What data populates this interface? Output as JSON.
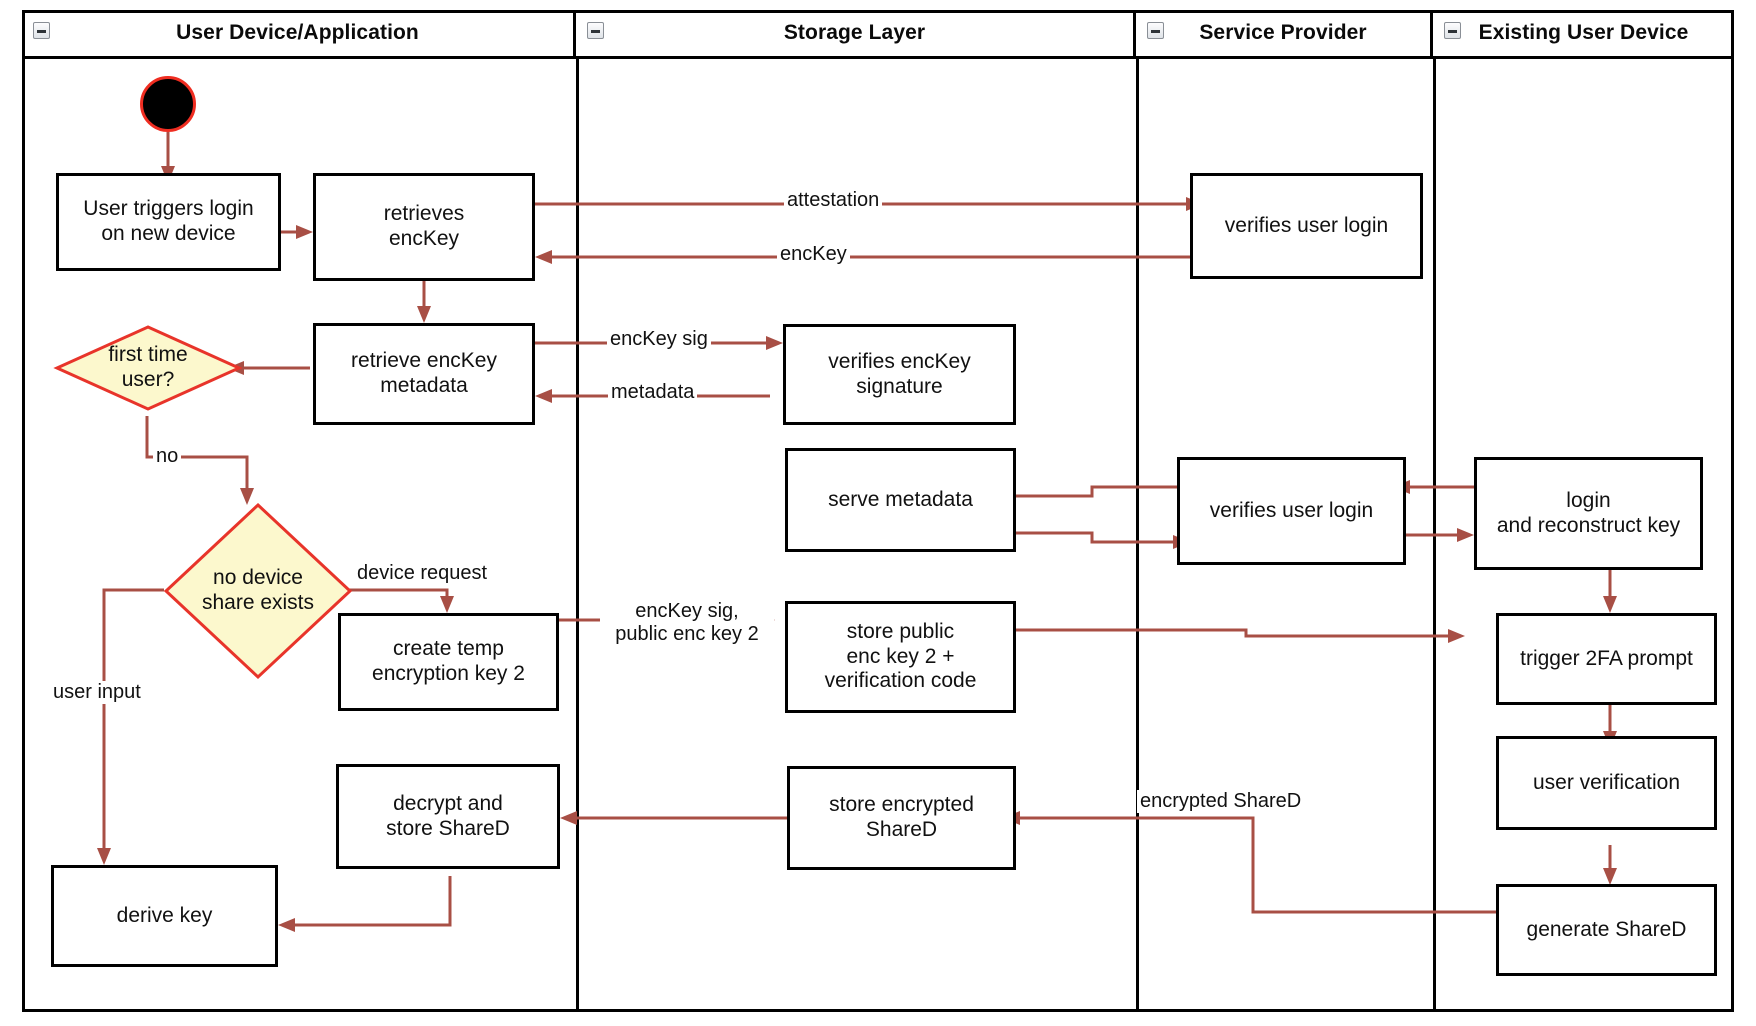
{
  "diagram": {
    "title": "Key reconstruction / device-share provisioning activity diagram",
    "type": "uml-activity-swimlane",
    "accent_color": "#a84f45",
    "decision_fill": "#fcf8cd",
    "decision_stroke": "#e8342a",
    "node_stroke": "#000000",
    "start_node_fill": "#000000",
    "start_node_stroke": "#ef2d21"
  },
  "lanes": [
    {
      "id": "user-device",
      "label": "User Device/Application",
      "collapse_icon": "minus-box-icon"
    },
    {
      "id": "storage-layer",
      "label": "Storage Layer",
      "collapse_icon": "minus-box-icon"
    },
    {
      "id": "service-provider",
      "label": "Service Provider",
      "collapse_icon": "minus-box-icon"
    },
    {
      "id": "existing-device",
      "label": "Existing User Device",
      "collapse_icon": "minus-box-icon"
    }
  ],
  "nodes": {
    "start": {
      "shape": "initial-node",
      "label": ""
    },
    "user_triggers_login": {
      "lane": "user-device",
      "shape": "action",
      "label": "User triggers login\non new device"
    },
    "retrieves_enckey": {
      "lane": "user-device",
      "shape": "action",
      "label": "retrieves\nencKey"
    },
    "retrieve_enckey_metadata": {
      "lane": "user-device",
      "shape": "action",
      "label": "retrieve encKey\nmetadata"
    },
    "first_time_user": {
      "lane": "user-device",
      "shape": "decision",
      "label": "first time\nuser?"
    },
    "no_device_share_exists": {
      "lane": "user-device",
      "shape": "decision",
      "label": "no device\nshare exists"
    },
    "create_temp_encryption_key_2": {
      "lane": "user-device",
      "shape": "action",
      "label": "create temp\nencryption key 2"
    },
    "decrypt_and_store_shared": {
      "lane": "user-device",
      "shape": "action",
      "label": "decrypt and\nstore ShareD"
    },
    "derive_key": {
      "lane": "user-device",
      "shape": "action",
      "label": "derive key"
    },
    "verifies_enckey_signature": {
      "lane": "storage-layer",
      "shape": "action",
      "label": "verifies encKey\nsignature"
    },
    "serve_metadata": {
      "lane": "storage-layer",
      "shape": "action",
      "label": "serve metadata"
    },
    "store_public_enc_key_2": {
      "lane": "storage-layer",
      "shape": "action",
      "label": "store public\nenc key 2 +\nverification code"
    },
    "store_encrypted_shared": {
      "lane": "storage-layer",
      "shape": "action",
      "label": "store encrypted\nShareD"
    },
    "verifies_user_login_1": {
      "lane": "service-provider",
      "shape": "action",
      "label": "verifies user login"
    },
    "verifies_user_login_2": {
      "lane": "service-provider",
      "shape": "action",
      "label": "verifies user login"
    },
    "login_and_reconstruct_key": {
      "lane": "existing-device",
      "shape": "action",
      "label": "login\nand reconstruct key"
    },
    "trigger_2fa_prompt": {
      "lane": "existing-device",
      "shape": "action",
      "label": "trigger 2FA prompt"
    },
    "user_verification": {
      "lane": "existing-device",
      "shape": "action",
      "label": "user verification"
    },
    "generate_shared": {
      "lane": "existing-device",
      "shape": "action",
      "label": "generate ShareD"
    }
  },
  "edge_labels": {
    "attestation": "attestation",
    "enckey": "encKey",
    "enckey_sig": "encKey sig",
    "metadata": "metadata",
    "no": "no",
    "device_request": "device request",
    "user_input": "user input",
    "enckey_sig_public_enc_key_2": "encKey sig,\npublic enc key 2",
    "encrypted_shared": "encrypted ShareD"
  },
  "edges": [
    {
      "from": "start",
      "to": "user_triggers_login",
      "label": ""
    },
    {
      "from": "user_triggers_login",
      "to": "retrieves_enckey",
      "label": ""
    },
    {
      "from": "retrieves_enckey",
      "to": "verifies_user_login_1",
      "label": "attestation"
    },
    {
      "from": "verifies_user_login_1",
      "to": "retrieves_enckey",
      "label": "encKey"
    },
    {
      "from": "retrieves_enckey",
      "to": "retrieve_enckey_metadata",
      "label": ""
    },
    {
      "from": "retrieve_enckey_metadata",
      "to": "first_time_user",
      "label": ""
    },
    {
      "from": "retrieve_enckey_metadata",
      "to": "verifies_enckey_signature",
      "label": "encKey sig"
    },
    {
      "from": "verifies_enckey_signature",
      "to": "retrieve_enckey_metadata",
      "label": "metadata"
    },
    {
      "from": "first_time_user",
      "to": "no_device_share_exists",
      "label": "no"
    },
    {
      "from": "no_device_share_exists",
      "to": "create_temp_encryption_key_2",
      "label": "device request"
    },
    {
      "from": "no_device_share_exists",
      "to": "derive_key",
      "label": "user input"
    },
    {
      "from": "create_temp_encryption_key_2",
      "to": "store_public_enc_key_2",
      "label": "encKey sig,\npublic enc key 2"
    },
    {
      "from": "store_public_enc_key_2",
      "to": "trigger_2fa_prompt",
      "label": ""
    },
    {
      "from": "login_and_reconstruct_key",
      "to": "verifies_user_login_2",
      "label": ""
    },
    {
      "from": "verifies_user_login_2",
      "to": "login_and_reconstruct_key",
      "label": ""
    },
    {
      "from": "verifies_user_login_2",
      "to": "serve_metadata",
      "label": ""
    },
    {
      "from": "serve_metadata",
      "to": "verifies_user_login_2",
      "label": ""
    },
    {
      "from": "login_and_reconstruct_key",
      "to": "trigger_2fa_prompt",
      "label": ""
    },
    {
      "from": "trigger_2fa_prompt",
      "to": "user_verification",
      "label": ""
    },
    {
      "from": "user_verification",
      "to": "generate_shared",
      "label": ""
    },
    {
      "from": "generate_shared",
      "to": "store_encrypted_shared",
      "label": "encrypted ShareD"
    },
    {
      "from": "store_encrypted_shared",
      "to": "decrypt_and_store_shared",
      "label": ""
    },
    {
      "from": "decrypt_and_store_shared",
      "to": "derive_key",
      "label": ""
    }
  ]
}
